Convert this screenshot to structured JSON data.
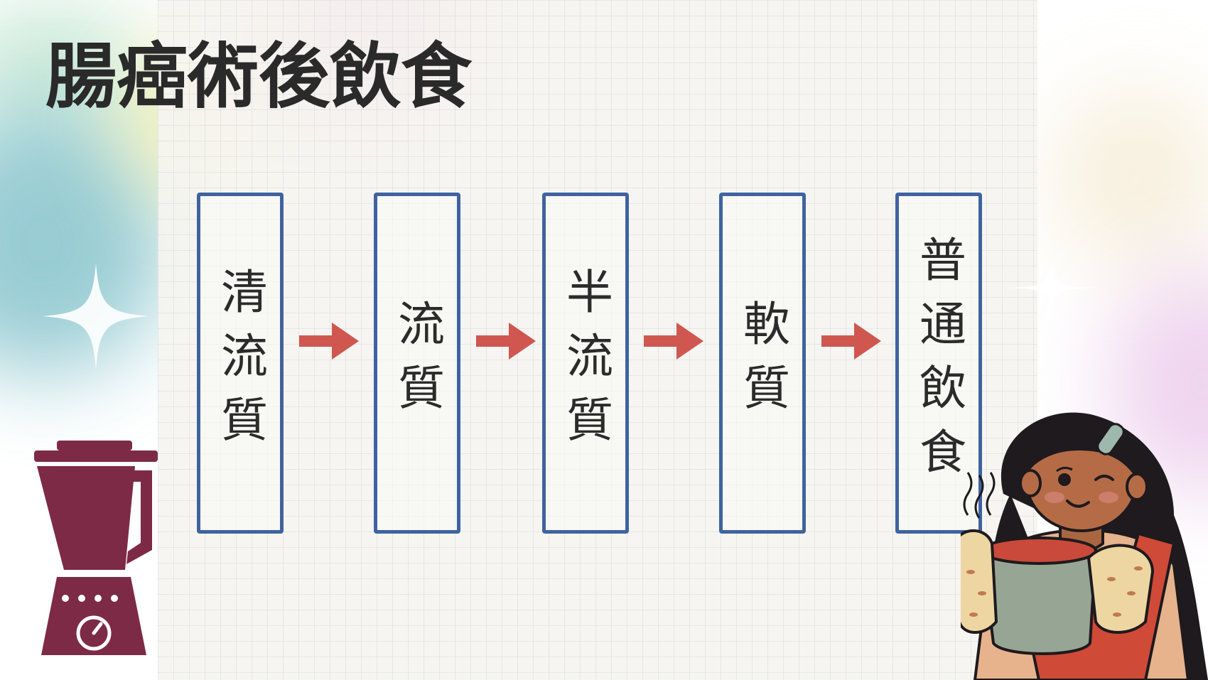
{
  "slide": {
    "title": "腸癌術後飲食",
    "stages": [
      {
        "label": "清流質"
      },
      {
        "label": "流質"
      },
      {
        "label": "半流質"
      },
      {
        "label": "軟質"
      },
      {
        "label": "普通飲食"
      }
    ]
  },
  "colors": {
    "box_border": "#3f63a0",
    "arrow": "#d0574f",
    "blender": "#7d2a46",
    "title": "#2a2a2a"
  },
  "icons": {
    "arrow": "arrow-right-icon",
    "blender": "blender-icon",
    "illustration": "woman-with-soup-pot-illustration",
    "sparkle": "sparkle-icon"
  }
}
